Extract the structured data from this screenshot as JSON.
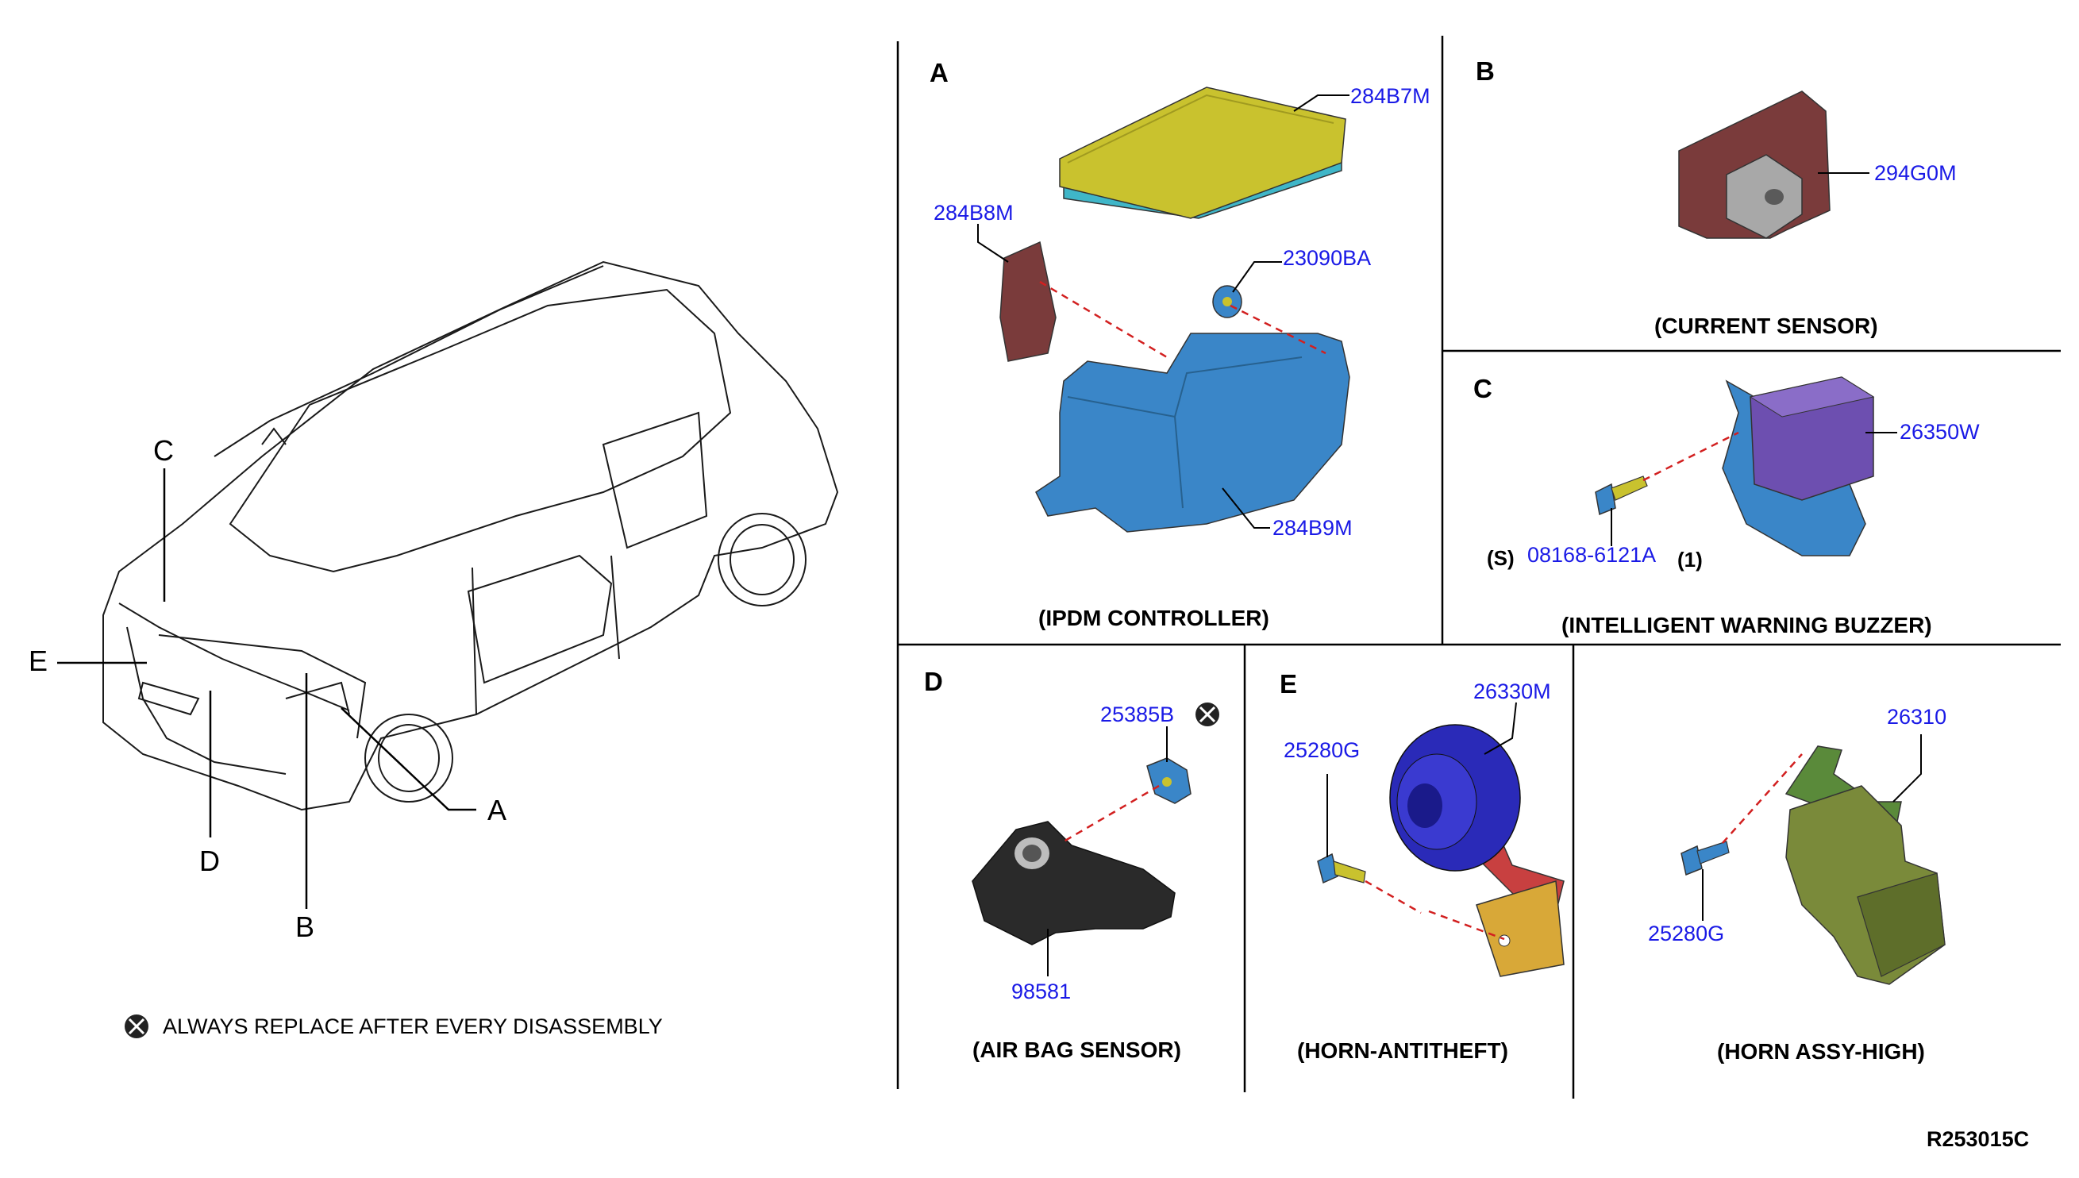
{
  "car_callouts": {
    "a": "A",
    "b": "B",
    "c": "C",
    "d": "D",
    "e": "E"
  },
  "legend": {
    "icon": "x-circle-icon",
    "text": "ALWAYS REPLACE AFTER EVERY DISASSEMBLY"
  },
  "sections": {
    "a": {
      "letter": "A",
      "caption": "(IPDM CONTROLLER)",
      "parts": [
        "284B7M",
        "284B8M",
        "23090BA",
        "284B9M"
      ]
    },
    "b": {
      "letter": "B",
      "caption": "(CURRENT SENSOR)",
      "parts": [
        "294G0M"
      ]
    },
    "c": {
      "letter": "C",
      "caption": "(INTELLIGENT WARNING BUZZER)",
      "parts": [
        "26350W",
        "08168-6121A"
      ],
      "prefix": "(S)",
      "qty": "(1)"
    },
    "d": {
      "letter": "D",
      "caption": "(AIR BAG SENSOR)",
      "parts": [
        "25385B",
        "98581"
      ]
    },
    "e": {
      "letter": "E",
      "caption": "(HORN-ANTITHEFT)",
      "parts": [
        "26330M",
        "25280G"
      ]
    },
    "f": {
      "caption": "(HORN ASSY-HIGH)",
      "parts": [
        "26310",
        "25280G"
      ]
    }
  },
  "ref_code": "R253015C",
  "colors": {
    "part_number": "#1a1ae6",
    "ipdm_cover": "#c9c22e",
    "ipdm_base": "#3a86c8",
    "current_sensor": "#7a3b3b",
    "buzzer": "#6d4fb0",
    "horn": "#2a2ab8",
    "horn_high": "#7a8a3a",
    "leader_dashed": "#d22020"
  }
}
